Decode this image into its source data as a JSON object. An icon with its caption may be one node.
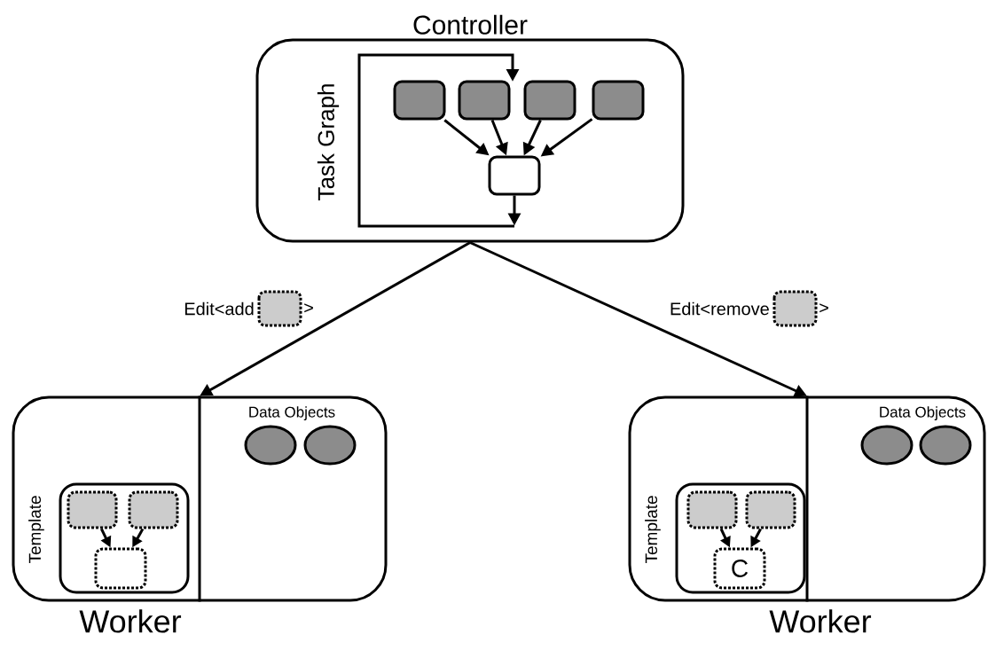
{
  "diagram": {
    "nodes": [
      {
        "text": [
          "Controller",
          "Task Graph"
        ]
      },
      {
        "text": [],
        "shape": "box",
        "in": 0
      },
      {
        "text": [],
        "shape": "box",
        "in": 0
      },
      {
        "text": [],
        "shape": "box",
        "in": 0
      },
      {
        "text": [],
        "shape": "box",
        "in": 0
      },
      {
        "text": [],
        "shape": "box",
        "in": 0
      },
      {
        "text": [
          "Worker",
          "Data Objects"
        ]
      },
      {
        "text": [
          "Template"
        ],
        "in": 6
      },
      {
        "text": [],
        "shape": "box",
        "in": 7
      },
      {
        "text": [],
        "shape": "box",
        "in": 7
      },
      {
        "text": [],
        "shape": "box",
        "in": 7
      },
      {
        "text": [],
        "shape": "ellipse",
        "in": 6
      },
      {
        "text": [],
        "shape": "ellipse",
        "in": 6
      },
      {
        "text": [
          "Worker",
          "Data Objects"
        ]
      },
      {
        "text": [
          "Template"
        ],
        "in": 13
      },
      {
        "text": [],
        "shape": "box",
        "in": 14
      },
      {
        "text": [],
        "shape": "box",
        "in": 14
      },
      {
        "text": [
          "C"
        ],
        "in": 14
      },
      {
        "text": [],
        "shape": "ellipse",
        "in": 13
      },
      {
        "text": [],
        "shape": "ellipse",
        "in": 13
      }
    ],
    "edges": [
      {
        "from": 1,
        "to": 5,
        "arrow": "to"
      },
      {
        "from": 2,
        "to": 5,
        "arrow": "to"
      },
      {
        "from": 3,
        "to": 5,
        "arrow": "to"
      },
      {
        "from": 4,
        "to": 5,
        "arrow": "to"
      },
      {
        "from": 5,
        "to": null,
        "arrow": "to"
      },
      {
        "from": null,
        "to": 2,
        "arrow": "to"
      },
      {
        "from": 0,
        "to": 6,
        "arrow": "to",
        "label": "Edit<add"
      },
      {
        "from": 0,
        "to": 13,
        "arrow": "to",
        "label": "Edit<remove"
      },
      {
        "from": 8,
        "to": 10,
        "arrow": "to"
      },
      {
        "from": 9,
        "to": 10,
        "arrow": "to"
      },
      {
        "from": 15,
        "to": 17,
        "arrow": "to"
      },
      {
        "from": 16,
        "to": 17,
        "arrow": "to"
      }
    ],
    "labels": [
      ">",
      ">"
    ]
  }
}
